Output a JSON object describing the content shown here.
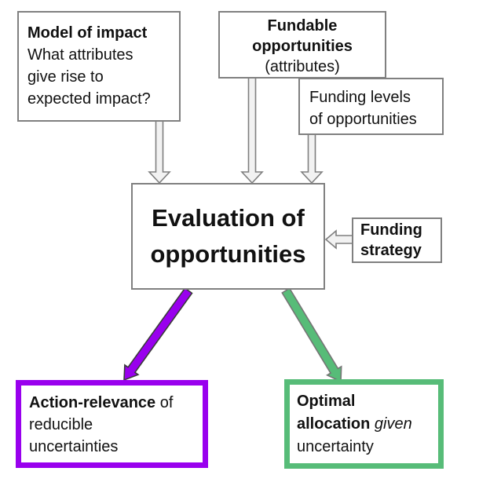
{
  "colors": {
    "purple": "#9900EE",
    "green": "#57BC78",
    "gray_border": "#808080",
    "gray_arrow_fill": "#F2F2F2"
  },
  "boxes": {
    "model_of_impact": {
      "title": "Model of impact",
      "line1": "What attributes",
      "line2": "give rise to",
      "line3": "expected impact?"
    },
    "fundable_opportunities": {
      "title_line1": "Fundable",
      "title_line2": "opportunities",
      "subtitle": "(attributes)"
    },
    "funding_levels": {
      "line1": "Funding levels",
      "line2": "of opportunities"
    },
    "evaluation": {
      "line1": "Evaluation of",
      "line2": "opportunities"
    },
    "funding_strategy": {
      "line1": "Funding",
      "line2": "strategy"
    },
    "action_relevance": {
      "line1_bold": "Action-relevance",
      "line1_rest": " of",
      "line2": "reducible",
      "line3": "uncertainties"
    },
    "optimal_allocation": {
      "line1_bold": "Optimal",
      "line2_bold": "allocation",
      "line2_italic": " given",
      "line3": "uncertainty"
    }
  }
}
